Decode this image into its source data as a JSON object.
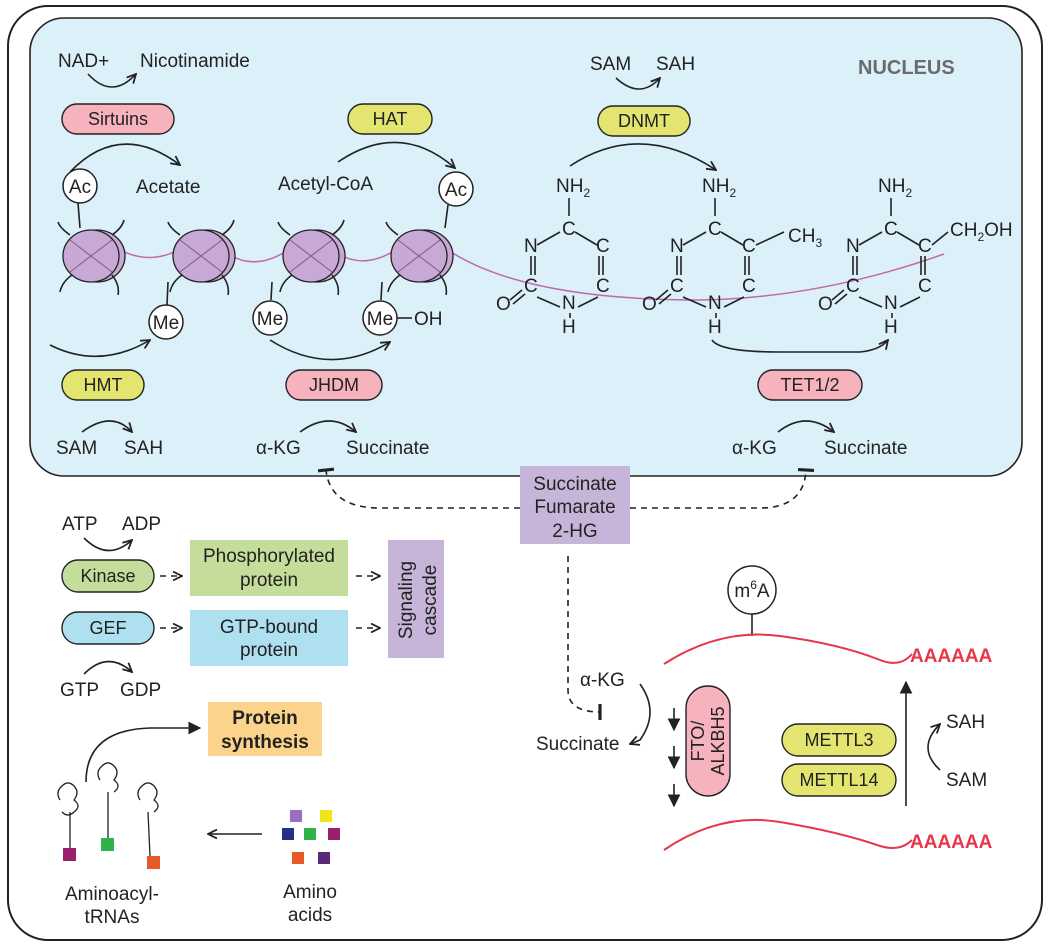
{
  "nucleus": {
    "title": "NUCLEUS",
    "sirtuins": {
      "enzyme": "Sirtuins",
      "substrate": "NAD+",
      "product": "Nicotinamide",
      "mark": "Ac",
      "released": "Acetate"
    },
    "hat": {
      "enzyme": "HAT",
      "donor": "Acetyl-CoA",
      "mark": "Ac"
    },
    "hmt": {
      "enzyme": "HMT",
      "substrate": "SAM",
      "product": "SAH",
      "mark": "Me"
    },
    "jhdm": {
      "enzyme": "JHDM",
      "substrate": "α-KG",
      "product": "Succinate",
      "mark1": "Me",
      "mark2": "Me",
      "oh": "OH"
    },
    "dnmt": {
      "enzyme": "DNMT",
      "substrate": "SAM",
      "product": "SAH"
    },
    "tet": {
      "enzyme": "TET1/2",
      "substrate": "α-KG",
      "product": "Succinate"
    },
    "cytosine": {
      "nh2": "NH",
      "nh2_sub": "2",
      "ring_n1": "N",
      "ring_c1": "C",
      "ring_c2": "C",
      "ring_c3": "C",
      "ring_c4": "C",
      "ring_n3": "N",
      "h": "H",
      "o": "O"
    },
    "methyl": {
      "ch3": "CH",
      "ch3_sub": "3"
    },
    "hydroxymethyl": {
      "group": "CH",
      "group_sub": "2",
      "group_tail": "OH"
    }
  },
  "oncometabolites": {
    "line1": "Succinate",
    "line2": "Fumarate",
    "line3": "2-HG"
  },
  "signaling": {
    "atp": "ATP",
    "adp": "ADP",
    "kinase": "Kinase",
    "phospho_line1": "Phosphorylated",
    "phospho_line2": "protein",
    "gef": "GEF",
    "gtp_bound_line1": "GTP-bound",
    "gtp_bound_line2": "protein",
    "gtp": "GTP",
    "gdp": "GDP",
    "cascade_line1": "Signaling",
    "cascade_line2": "cascade"
  },
  "translation": {
    "protein_line1": "Protein",
    "protein_line2": "synthesis",
    "trna_line1": "Aminoacyl-",
    "trna_line2": "tRNAs",
    "aa_line1": "Amino",
    "aa_line2": "acids"
  },
  "rna": {
    "m6a": "m",
    "m6a_sup": "6",
    "m6a_tail": "A",
    "polya_top": "AAAAAA",
    "polya_bottom": "AAAAAA",
    "akg": "α-KG",
    "succinate": "Succinate",
    "fto_line1": "FTO/",
    "fto_line2": "ALKBH5",
    "mettl3": "METTL3",
    "mettl14": "METTL14",
    "sah": "SAH",
    "sam": "SAM"
  },
  "colors": {
    "nucleus_fill": "#dcf0fa",
    "pink": "#f6b3bd",
    "yellow": "#e3e570",
    "green": "#c5dd9a",
    "blue": "#aee0f0",
    "purple": "#c7b5d9",
    "orange": "#fbd38b",
    "nucleosome": "#c8a9d6",
    "rna_red": "#e8364a"
  }
}
